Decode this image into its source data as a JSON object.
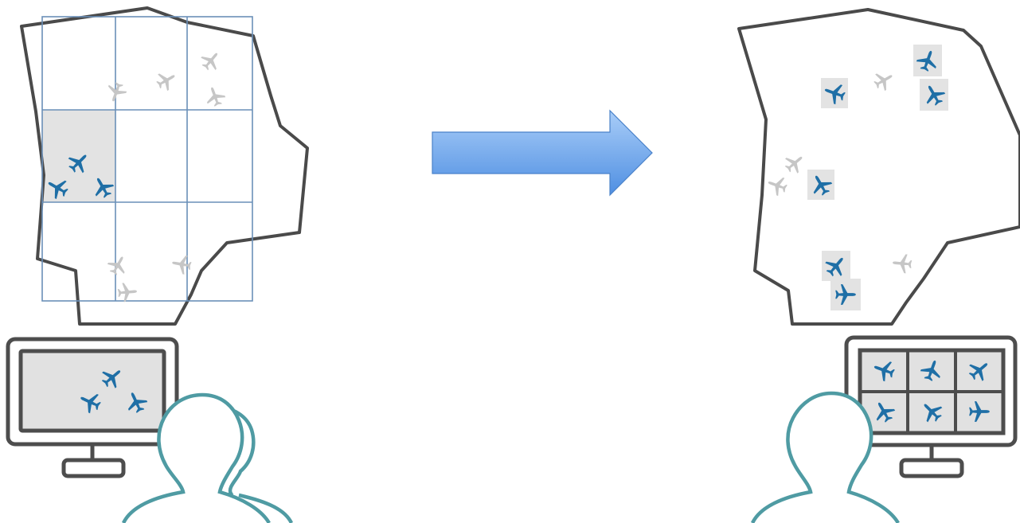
{
  "diagram": {
    "colors": {
      "background": "#ffffff",
      "outline": "#4a4a4a",
      "grid": "#6a8fb8",
      "highlight_fill": "#e3e3e3",
      "plane_active": "#1f6fa6",
      "plane_inactive": "#c6c6c6",
      "person": "#4f9ba3",
      "monitor_frame": "#4d4d4d",
      "monitor_screen": "#e1e1e1",
      "arrow_light": "#a9cdf8",
      "arrow_dark": "#4f8fe2",
      "arrow_stroke": "#4a82c9"
    },
    "icons": {
      "plane": "airplane-icon",
      "person": "person-icon",
      "monitor": "monitor-icon",
      "arrow": "right-arrow"
    },
    "left_panel": {
      "grid": {
        "rows": 3,
        "cols": 3,
        "highlighted_cell": {
          "row": 2,
          "col": 1
        }
      },
      "active_planes_in_region": 3,
      "inactive_planes_in_region": 7,
      "planes_on_monitor": 3,
      "people": 2
    },
    "right_panel": {
      "highlighted_planes_in_region": 6,
      "inactive_planes_in_region": 4,
      "monitor_tiles": 6,
      "people": 1
    }
  }
}
